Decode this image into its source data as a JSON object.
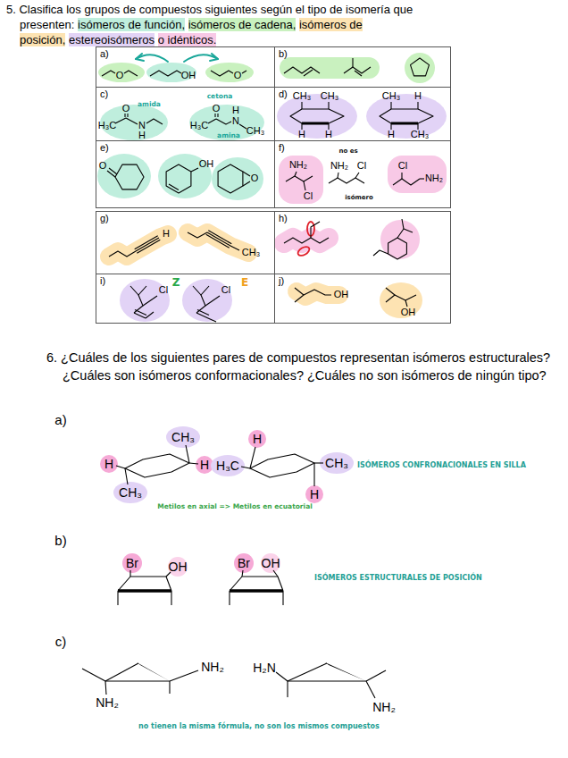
{
  "diagram": {
    "nodes": [
      {
        "text": [
          "a)"
        ]
      },
      {
        "text": [
          "b)"
        ]
      },
      {
        "text": [
          "c)"
        ]
      },
      {
        "text": [
          "d)"
        ]
      },
      {
        "text": [
          "e)"
        ]
      },
      {
        "text": [
          "f)"
        ]
      },
      {
        "text": [
          "g)"
        ]
      },
      {
        "text": [
          "h)"
        ]
      },
      {
        "text": [
          "i)"
        ]
      },
      {
        "text": [
          "j)"
        ]
      }
    ],
    "labels": [
      "5. Clasifica los grupos de compuestos siguientes según el tipo de isomería que presenten:",
      "isómeros de función,",
      "isómeros de cadena,",
      "isómeros de posición,",
      "estereoisómeros",
      "o idénticos.",
      "6. ¿Cuáles de los siguientes pares de compuestos representan isómeros estructurales? ¿Cuáles son isómeros conformacionales? ¿Cuáles no son isómeros de ningún tipo?",
      "O",
      "OH",
      "O",
      "amida",
      "O",
      "H₃C",
      "N",
      "H",
      "cetona",
      "O",
      "H",
      "H₃C",
      "N",
      "CH₃",
      "amina",
      "CH₃",
      "CH₃",
      "H",
      "H",
      "CH₃",
      "H",
      "H",
      "CH₃",
      "O",
      "OH",
      "O",
      "NH₂",
      "Cl",
      "no es",
      "NH₂",
      "Cl",
      "isómero",
      "Cl",
      "NH₂",
      "H",
      "CH₃",
      "Cl",
      "Z",
      "Cl",
      "E",
      "OH",
      "OH",
      "a)",
      "CH₃",
      "H",
      "H",
      "CH₃",
      "H",
      "H₃C",
      "CH₃",
      "H",
      "ISÓMEROS CONFRONACIONALES EN SILLA",
      "Metilos en axial => Metilos en ecuatorial",
      "b)",
      "Br",
      "OH",
      "Br",
      "OH",
      "ISÓMEROS ESTRUCTURALES DE POSICIÓN",
      "c)",
      "NH₂",
      "NH₂",
      "H₂N",
      "NH₂",
      "no tienen la misma fórmula, no son los mismos compuestos"
    ]
  }
}
